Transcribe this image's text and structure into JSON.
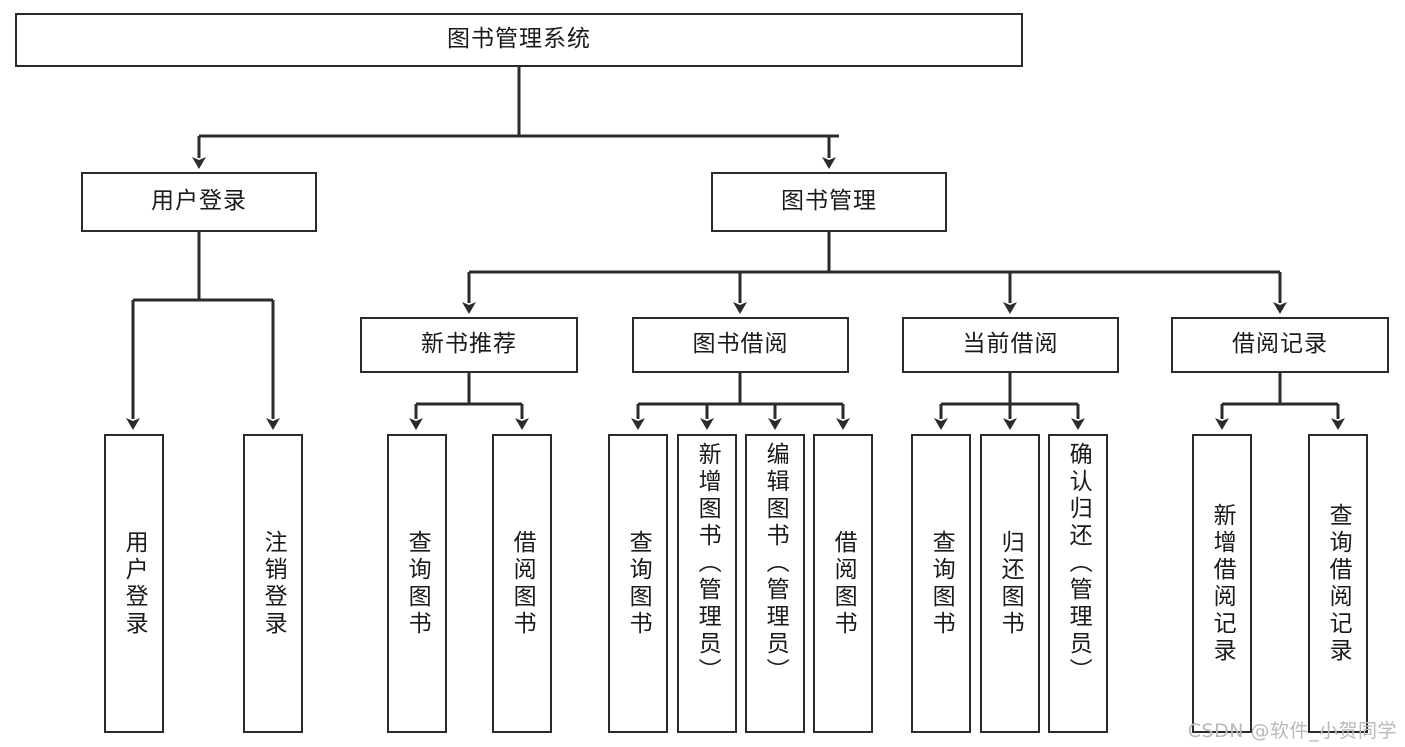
{
  "diagram": {
    "title": "图书管理系统",
    "type": "tree",
    "watermark": "CSDN @软件_小贺同学",
    "stroke_color": "#2b2b2b",
    "background_color": "#ffffff",
    "text_color": "#1a1a1a",
    "watermark_color": "#b9b9b9"
  },
  "nodes": {
    "root": {
      "label": "图书管理系统",
      "level": 1,
      "orientation": "horizontal"
    },
    "l2": [
      {
        "id": "user-login",
        "label": "用户登录",
        "orientation": "horizontal"
      },
      {
        "id": "book-management",
        "label": "图书管理",
        "orientation": "horizontal"
      }
    ],
    "l3": [
      {
        "id": "new-book-recommend",
        "label": "新书推荐",
        "orientation": "horizontal"
      },
      {
        "id": "book-borrow",
        "label": "图书借阅",
        "orientation": "horizontal"
      },
      {
        "id": "current-borrow",
        "label": "当前借阅",
        "orientation": "horizontal"
      },
      {
        "id": "borrow-record",
        "label": "借阅记录",
        "orientation": "horizontal"
      }
    ],
    "leaves": [
      {
        "id": "leaf-user-login",
        "label": "用户登录",
        "parent": "user-login",
        "orientation": "vertical",
        "align": "center"
      },
      {
        "id": "leaf-logout-login",
        "label": "注销登录",
        "parent": "user-login",
        "orientation": "vertical",
        "align": "center"
      },
      {
        "id": "leaf-query-book-1",
        "label": "查询图书",
        "parent": "new-book-recommend",
        "orientation": "vertical",
        "align": "center"
      },
      {
        "id": "leaf-borrow-book-1",
        "label": "借阅图书",
        "parent": "new-book-recommend",
        "orientation": "vertical",
        "align": "center"
      },
      {
        "id": "leaf-query-book-2",
        "label": "查询图书",
        "parent": "book-borrow",
        "orientation": "vertical",
        "align": "center"
      },
      {
        "id": "leaf-add-book-admin",
        "label": "新增图书（管理员）",
        "parent": "book-borrow",
        "orientation": "vertical",
        "align": "top"
      },
      {
        "id": "leaf-edit-book-admin",
        "label": "编辑图书（管理员）",
        "parent": "book-borrow",
        "orientation": "vertical",
        "align": "top"
      },
      {
        "id": "leaf-borrow-book-2",
        "label": "借阅图书",
        "parent": "book-borrow",
        "orientation": "vertical",
        "align": "center"
      },
      {
        "id": "leaf-query-book-3",
        "label": "查询图书",
        "parent": "current-borrow",
        "orientation": "vertical",
        "align": "center"
      },
      {
        "id": "leaf-return-book",
        "label": "归还图书",
        "parent": "current-borrow",
        "orientation": "vertical",
        "align": "center"
      },
      {
        "id": "leaf-confirm-return-admin",
        "label": "确认归还（管理员）",
        "parent": "current-borrow",
        "orientation": "vertical",
        "align": "top"
      },
      {
        "id": "leaf-add-borrow-record",
        "label": "新增借阅记录",
        "parent": "borrow-record",
        "orientation": "vertical",
        "align": "center"
      },
      {
        "id": "leaf-query-borrow-record",
        "label": "查询借阅记录",
        "parent": "borrow-record",
        "orientation": "vertical",
        "align": "center"
      }
    ]
  }
}
